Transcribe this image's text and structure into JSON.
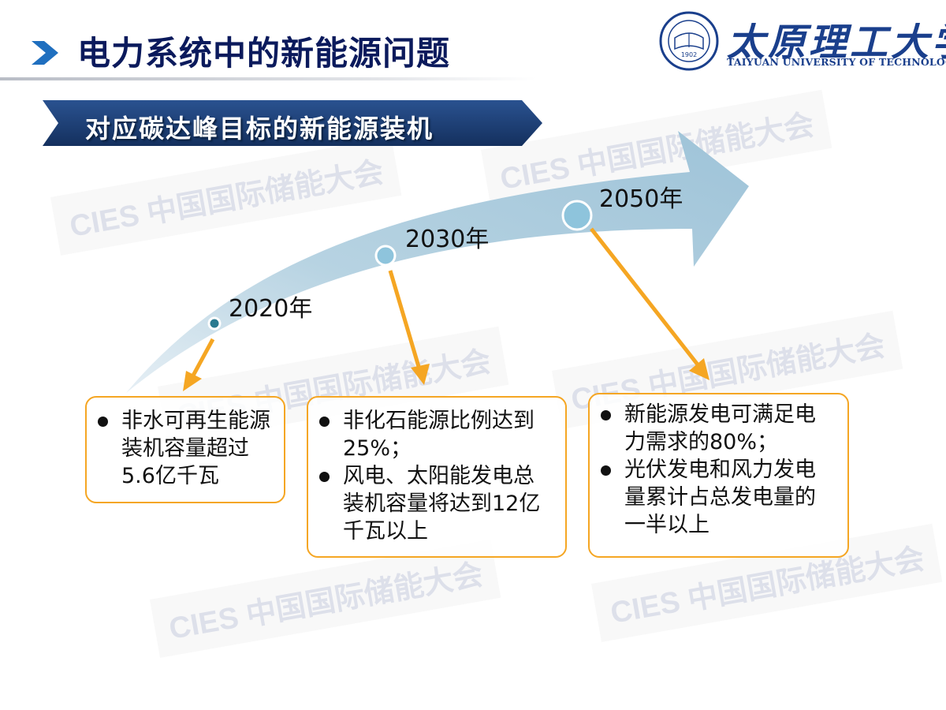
{
  "header": {
    "title": "电力系统中的新能源问题"
  },
  "logo": {
    "chinese_name": "太原理工大学",
    "english_name": "TAIYUAN UNIVERSITY OF TECHNOLOGY",
    "seal_year": "1902",
    "brand_color": "#1a3f8c"
  },
  "banner": {
    "text": "对应碳达峰目标的新能源装机",
    "color": "#1e3f78"
  },
  "watermark": {
    "text": "CIES 中国国际储能大会"
  },
  "timeline": {
    "milestones": [
      {
        "year": "2020年",
        "points": [
          "非水可再生能源装机容量超过5.6亿千瓦"
        ]
      },
      {
        "year": "2030年",
        "points": [
          "非化石能源比例达到25%；",
          "风电、太阳能发电总装机容量将达到12亿千瓦以上"
        ]
      },
      {
        "year": "2050年",
        "points": [
          "新能源发电可满足电力需求的80%；",
          "光伏发电和风力发电量累计占总发电量的一半以上"
        ]
      }
    ],
    "pointer_color": "#f5a623",
    "arrow_color": "#a8c8db"
  }
}
